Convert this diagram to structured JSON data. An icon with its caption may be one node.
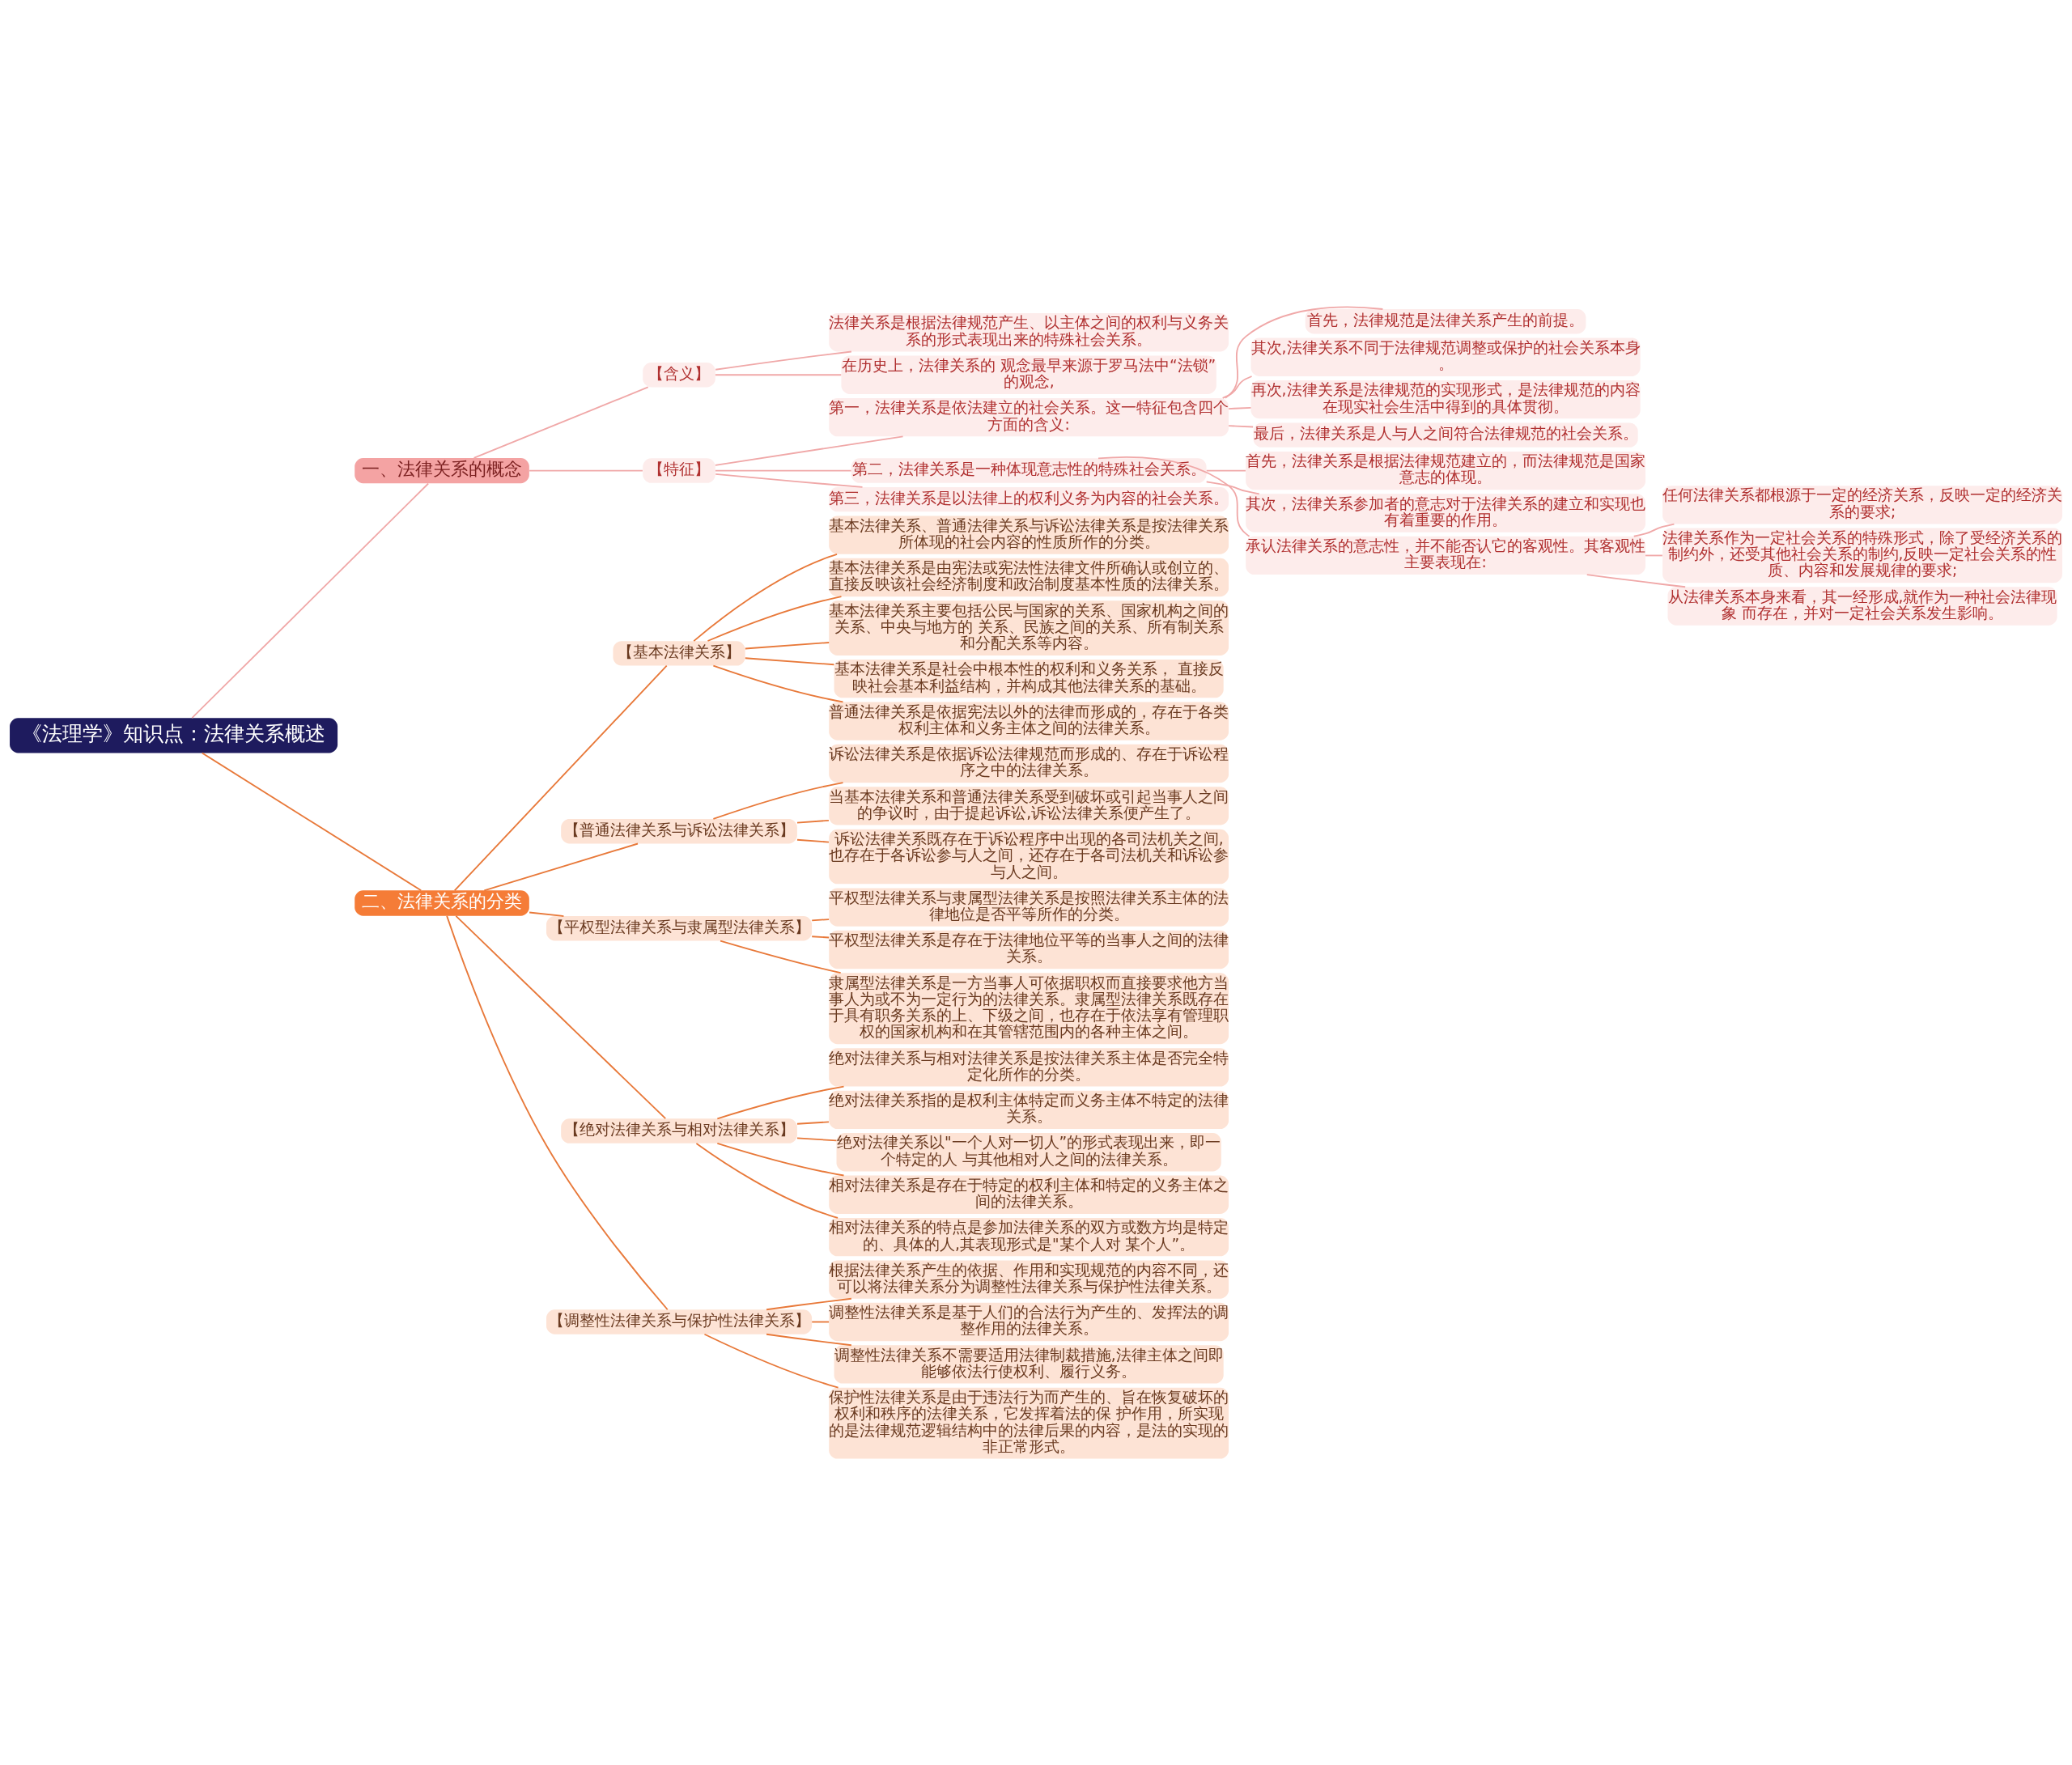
{
  "diagram": {
    "nodes": [
      {
        "text": [
          "《法理学》知识点：法律关系概述"
        ]
      },
      {
        "text": [
          "一、法律关系的概念"
        ]
      },
      {
        "text": [
          "【含义】"
        ]
      },
      {
        "text": [
          "法律关系是根据法律规范产生、以主体之间的权利与义务关系的形式表现出来的特殊社会关系。"
        ]
      },
      {
        "text": [
          "在历史上，法律关系的 观念最早来源于罗马法中“法锁”的观念,"
        ]
      },
      {
        "text": [
          "【特征】"
        ]
      },
      {
        "text": [
          "第一，法律关系是依法建立的社会关系。这一特征包含四个方面的含义:"
        ]
      },
      {
        "text": [
          "首先，法律规范是法律关系产生的前提。"
        ]
      },
      {
        "text": [
          "其次,法律关系不同于法律规范调整或保护的社会关系本身。"
        ]
      },
      {
        "text": [
          "再次,法律关系是法律规范的实现形式，是法律规范的内容在现实社会生活中得到的具体贯彻。"
        ]
      },
      {
        "text": [
          "最后，法律关系是人与人之间符合法律规范的社会关系。"
        ]
      },
      {
        "text": [
          "第二，法律关系是一种体现意志性的特殊社会关系。"
        ]
      },
      {
        "text": [
          "首先，法律关系是根据法律规范建立的，而法律规范是国家意志的体现。"
        ]
      },
      {
        "text": [
          "其次，法律关系参加者的意志对于法律关系的建立和实现也有着重要的作用。"
        ]
      },
      {
        "text": [
          "承认法律关系的意志性，并不能否认它的客观性。其客观性主要表现在:"
        ]
      },
      {
        "text": [
          "任何法律关系都根源于一定的经济关系，反映一定的经济关系的要求;"
        ]
      },
      {
        "text": [
          "法律关系作为一定社会关系的特殊形式，除了受经济关系的制约外，还受其他社会关系的制约,反映一定社会关系的性质、内容和发展规律的要求;"
        ]
      },
      {
        "text": [
          "从法律关系本身来看，其一经形成,就作为一种社会法律现象 而存在，并对一定社会关系发生影响。"
        ]
      },
      {
        "text": [
          "第三，法律关系是以法律上的权利义务为内容的社会关系。"
        ]
      },
      {
        "text": [
          "二、法律关系的分类"
        ]
      },
      {
        "text": [
          "【基本法律关系】"
        ]
      },
      {
        "text": [
          "基本法律关系、普通法律关系与诉讼法律关系是按法律关系所体现的社会内容的性质所作的分类。"
        ]
      },
      {
        "text": [
          "基本法律关系是由宪法或宪法性法律文件所确认或创立的、直接反映该社会经济制度和政治制度基本性质的法律关系。"
        ]
      },
      {
        "text": [
          "基本法律关系主要包括公民与国家的关系、国家机构之间的关系、中央与地方的 关系、民族之间的关系、所有制关系和分配关系等内容。"
        ]
      },
      {
        "text": [
          "基本法律关系是社会中根本性的权利和义务关系， 直接反映社会基本利益结构，并构成其他法律关系的基础。"
        ]
      },
      {
        "text": [
          "普通法律关系是依据宪法以外的法律而形成的，存在于各类权利主体和义务主体之间的法律关系。"
        ]
      },
      {
        "text": [
          "【普通法律关系与诉讼法律关系】"
        ]
      },
      {
        "text": [
          "诉讼法律关系是依据诉讼法律规范而形成的、存在于诉讼程序之中的法律关系。"
        ]
      },
      {
        "text": [
          "当基本法律关系和普通法律关系受到破坏或引起当事人之间的争议时，由于提起诉讼,诉讼法律关系便产生了。"
        ]
      },
      {
        "text": [
          "诉讼法律关系既存在于诉讼程序中出现的各司法机关之间,也存在于各诉讼参与人之间，还存在于各司法机关和诉讼参与人之间。"
        ]
      },
      {
        "text": [
          "【平权型法律关系与隶属型法律关系】"
        ]
      },
      {
        "text": [
          "平权型法律关系与隶属型法律关系是按照法律关系主体的法律地位是否平等所作的分类。"
        ]
      },
      {
        "text": [
          "平权型法律关系是存在于法律地位平等的当事人之间的法律关系。"
        ]
      },
      {
        "text": [
          "隶属型法律关系是一方当事人可依据职权而直接要求他方当事人为或不为一定行为的法律关系。隶属型法律关系既存在于具有职务关系的上、下级之间，也存在于依法享有管理职权的国家机构和在其管辖范围内的各种主体之间。"
        ]
      },
      {
        "text": [
          "【绝对法律关系与相对法律关系】"
        ]
      },
      {
        "text": [
          "绝对法律关系与相对法律关系是按法律关系主体是否完全特定化所作的分类。"
        ]
      },
      {
        "text": [
          "绝对法律关系指的是权利主体特定而义务主体不特定的法律关系。"
        ]
      },
      {
        "text": [
          "绝对法律关系以\"一个人对一切人”的形式表现出来，即一个特定的人 与其他相对人之间的法律关系。"
        ]
      },
      {
        "text": [
          "相对法律关系是存在于特定的权利主体和特定的义务主体之间的法律关系。"
        ]
      },
      {
        "text": [
          "相对法律关系的特点是参加法律关系的双方或数方均是特定的、具体的人,其表现形式是\"某个人对 某个人”。"
        ]
      },
      {
        "text": [
          "【调整性法律关系与保护性法律关系】"
        ]
      },
      {
        "text": [
          "根据法律关系产生的依据、作用和实现规范的内容不同，还可以将法律关系分为调整性法律关系与保护性法律关系。"
        ]
      },
      {
        "text": [
          "调整性法律关系是基于人们的合法行为产生的、发挥法的调整作用的法律关系。"
        ]
      },
      {
        "text": [
          "调整性法律关系不需要适用法律制裁措施,法律主体之间即能够依法行使权利、履行义务。"
        ]
      },
      {
        "text": [
          "保护性法律关系是由于违法行为而产生的、旨在恢复破坏的权利和秩序的法律关系，它发挥着法的保 护作用，所实现的是法律规范逻辑结构中的法律后果的内容，是法的实现的非正常形式。"
        ]
      }
    ],
    "edges": [
      {
        "from": 0,
        "to": 1,
        "arrow": "none",
        "color": "#f0a8a8"
      },
      {
        "from": 1,
        "to": 2,
        "arrow": "none",
        "color": "#f0a8a8"
      },
      {
        "from": 2,
        "to": 3,
        "arrow": "none",
        "color": "#f0a8a8"
      },
      {
        "from": 2,
        "to": 4,
        "arrow": "none",
        "color": "#f0a8a8"
      },
      {
        "from": 1,
        "to": 5,
        "arrow": "none",
        "color": "#f0a8a8"
      },
      {
        "from": 5,
        "to": 6,
        "arrow": "none",
        "color": "#f0a8a8"
      },
      {
        "from": 6,
        "to": 7,
        "arrow": "none",
        "color": "#f0a8a8"
      },
      {
        "from": 6,
        "to": 8,
        "arrow": "none",
        "color": "#f0a8a8"
      },
      {
        "from": 6,
        "to": 9,
        "arrow": "none",
        "color": "#f0a8a8"
      },
      {
        "from": 6,
        "to": 10,
        "arrow": "none",
        "color": "#f0a8a8"
      },
      {
        "from": 5,
        "to": 11,
        "arrow": "none",
        "color": "#f0a8a8"
      },
      {
        "from": 11,
        "to": 12,
        "arrow": "none",
        "color": "#f0a8a8"
      },
      {
        "from": 11,
        "to": 13,
        "arrow": "none",
        "color": "#f0a8a8"
      },
      {
        "from": 11,
        "to": 14,
        "arrow": "none",
        "color": "#f0a8a8"
      },
      {
        "from": 14,
        "to": 15,
        "arrow": "none",
        "color": "#f0a8a8"
      },
      {
        "from": 14,
        "to": 16,
        "arrow": "none",
        "color": "#f0a8a8"
      },
      {
        "from": 14,
        "to": 17,
        "arrow": "none",
        "color": "#f0a8a8"
      },
      {
        "from": 5,
        "to": 18,
        "arrow": "none",
        "color": "#f0a8a8"
      },
      {
        "from": 0,
        "to": 19,
        "arrow": "none"
      },
      {
        "from": 19,
        "to": 20,
        "arrow": "none"
      },
      {
        "from": 20,
        "to": 21,
        "arrow": "none"
      },
      {
        "from": 20,
        "to": 22,
        "arrow": "none"
      },
      {
        "from": 20,
        "to": 23,
        "arrow": "none"
      },
      {
        "from": 20,
        "to": 24,
        "arrow": "none"
      },
      {
        "from": 20,
        "to": 25,
        "arrow": "none"
      },
      {
        "from": 19,
        "to": 26,
        "arrow": "none"
      },
      {
        "from": 26,
        "to": 27,
        "arrow": "none"
      },
      {
        "from": 26,
        "to": 28,
        "arrow": "none"
      },
      {
        "from": 26,
        "to": 29,
        "arrow": "none"
      },
      {
        "from": 19,
        "to": 30,
        "arrow": "none"
      },
      {
        "from": 30,
        "to": 31,
        "arrow": "none"
      },
      {
        "from": 30,
        "to": 32,
        "arrow": "none"
      },
      {
        "from": 30,
        "to": 33,
        "arrow": "none"
      },
      {
        "from": 19,
        "to": 34,
        "arrow": "none"
      },
      {
        "from": 34,
        "to": 35,
        "arrow": "none"
      },
      {
        "from": 34,
        "to": 36,
        "arrow": "none"
      },
      {
        "from": 34,
        "to": 37,
        "arrow": "none"
      },
      {
        "from": 34,
        "to": 38,
        "arrow": "none"
      },
      {
        "from": 34,
        "to": 39,
        "arrow": "none"
      },
      {
        "from": 19,
        "to": 40,
        "arrow": "none"
      },
      {
        "from": 40,
        "to": 41,
        "arrow": "none"
      },
      {
        "from": 40,
        "to": 42,
        "arrow": "none"
      },
      {
        "from": 40,
        "to": 43,
        "arrow": "none"
      },
      {
        "from": 40,
        "to": 44,
        "arrow": "none"
      }
    ]
  }
}
